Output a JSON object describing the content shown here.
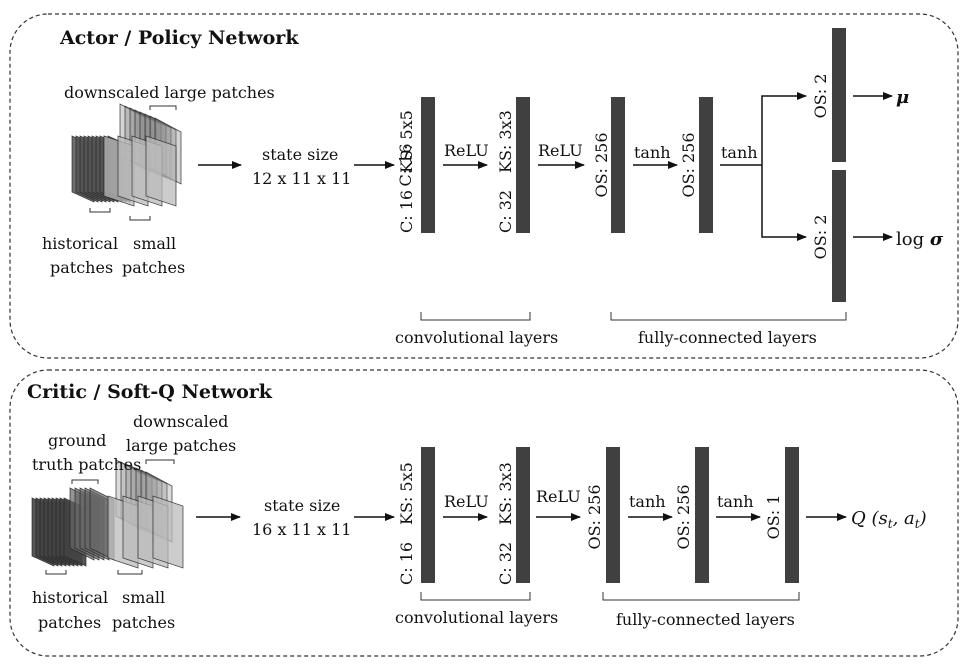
{
  "actor": {
    "title": "Actor / Policy Network",
    "downscaled_label": "downscaled large patches",
    "historical_label_1": "historical",
    "historical_label_2": "patches",
    "small_label_1": "small",
    "small_label_2": "patches",
    "state_label_1": "state size",
    "state_label_2": "12 x 11 x 11",
    "layers": [
      {
        "top": "KS: 5x5",
        "bottom": "C: 16"
      },
      {
        "top": "KS: 3x3",
        "bottom": "C: 32"
      },
      {
        "top": "OS: 256"
      },
      {
        "top": "OS: 256"
      },
      {
        "top": "OS: 2"
      },
      {
        "top": "OS: 2"
      }
    ],
    "activations": [
      "ReLU",
      "ReLU",
      "tanh",
      "tanh"
    ],
    "conv_label": "convolutional layers",
    "fc_label": "fully-connected layers",
    "out_mu": "μ",
    "out_log": "log ",
    "out_sigma": "σ"
  },
  "critic": {
    "title": "Critic / Soft-Q Network",
    "downscaled_label_1": "downscaled",
    "downscaled_label_2": "large patches",
    "ground_label_1": "ground",
    "ground_label_2": "truth patches",
    "historical_label_1": "historical",
    "historical_label_2": "patches",
    "small_label_1": "small",
    "small_label_2": "patches",
    "state_label_1": "state size",
    "state_label_2": "16 x 11 x 11",
    "layers": [
      {
        "top": "KS: 5x5",
        "bottom": "C: 16"
      },
      {
        "top": "KS: 3x3",
        "bottom": "C: 32"
      },
      {
        "top": "OS: 256"
      },
      {
        "top": "OS: 256"
      },
      {
        "top": "OS: 1"
      }
    ],
    "activations": [
      "ReLU",
      "ReLU",
      "tanh",
      "tanh"
    ],
    "conv_label": "convolutional layers",
    "fc_label": "fully-connected layers",
    "out_q": "Q (s",
    "out_sub_t1": "t",
    "out_mid": ", a",
    "out_sub_t2": "t",
    "out_end": ")"
  }
}
